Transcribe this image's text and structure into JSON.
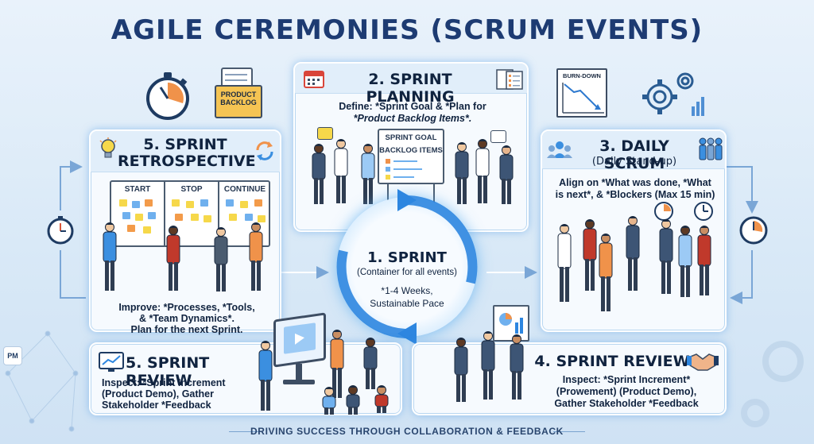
{
  "title": "AGILE CEREMONIES (SCRUM EVENTS)",
  "sprint": {
    "heading": "1. SPRINT",
    "sub": "(Container for all events)",
    "detail1": "*1-4 Weeks,",
    "detail2": "Sustainable Pace"
  },
  "planning": {
    "heading": "2. SPRINT PLANNING",
    "text1": "Define: *Sprint Goal & *Plan for",
    "text2": "*Product Backlog Items*.",
    "board_line1": "SPRINT GOAL",
    "board_line2": "BACKLOG ITEMS"
  },
  "daily": {
    "heading": "3. DAILY SCRUM",
    "sub": "(Daily Stand-up)",
    "text1": "Align on *What was done, *What",
    "text2": "is next*, & *Blockers (Max 15 min)"
  },
  "review_right": {
    "heading": "4. SPRINT REVIEW",
    "text1": "Inspect: *Sprint Increment*",
    "text2": "(Prowement) (Product Demo),",
    "text3": "Gather Stakeholder *Feedback"
  },
  "retro": {
    "heading1": "5. SPRINT",
    "heading2": "RETROSPECTIVE",
    "col_start": "START",
    "col_stop": "STOP",
    "col_continue": "CONTINUE",
    "text1": "Improve: *Processes, *Tools,",
    "text2": "& *Team Dynamics*.",
    "text3": "Plan for the next Sprint."
  },
  "review_left": {
    "heading": "5. SPRINT REVIEW",
    "text1": "Inspect: *Sprint Increment",
    "text2": "(Product Demo), Gather",
    "text3": "Stakeholder *Feedback"
  },
  "backlog_folder": {
    "line1": "PRODUCT",
    "line2": "BACKLOG"
  },
  "burndown_label": "BURN-DOWN",
  "logo_text": "PM",
  "footer": "DRIVING SUCCESS THROUGH COLLABORATION & FEEDBACK",
  "icons": [
    "stopwatch-icon",
    "folder-icon",
    "calendar-icon",
    "checklist-icon",
    "lightbulb-icon",
    "refresh-icon",
    "team-icon",
    "people-icon",
    "handshake-icon",
    "chart-icon",
    "gear-icon",
    "clock-icon",
    "burndown-chart-icon"
  ],
  "colors": {
    "title": "#1d3b72",
    "accent": "#3b8fe0",
    "note_yellow": "#f6d84a",
    "note_blue": "#6fb0ee",
    "note_orange": "#f39b4a"
  }
}
